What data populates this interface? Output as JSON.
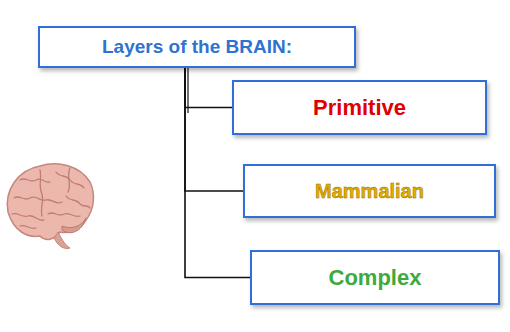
{
  "diagram": {
    "nodes": [
      {
        "text": [
          "Layers of the BRAIN:"
        ]
      },
      {
        "text": [
          "Primitive"
        ]
      },
      {
        "text": [
          "Mammalian"
        ]
      },
      {
        "text": [
          "Complex"
        ]
      }
    ],
    "edges": [
      {
        "from": 0,
        "to": 1,
        "arrow": "none"
      },
      {
        "from": 0,
        "to": 2,
        "arrow": "none"
      },
      {
        "from": 0,
        "to": 3,
        "arrow": "none"
      }
    ]
  }
}
